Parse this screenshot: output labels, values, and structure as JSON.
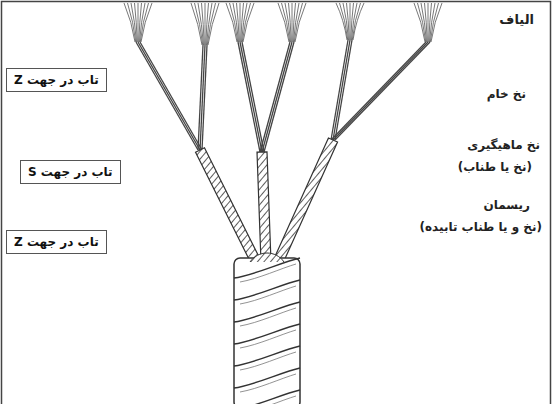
{
  "diagram": {
    "nodes": [
      {
        "text": [
          "تاب در جهت Z"
        ]
      },
      {
        "text": [
          "تاب در جهت S"
        ]
      },
      {
        "text": [
          "تاب در جهت Z"
        ]
      }
    ],
    "labels": [
      "الیاف",
      "نخ خام",
      "نخ ماهیگیری",
      "(نخ یا طناب)",
      "ریسمان",
      "(نخ و یا طناب تابیده)"
    ]
  }
}
